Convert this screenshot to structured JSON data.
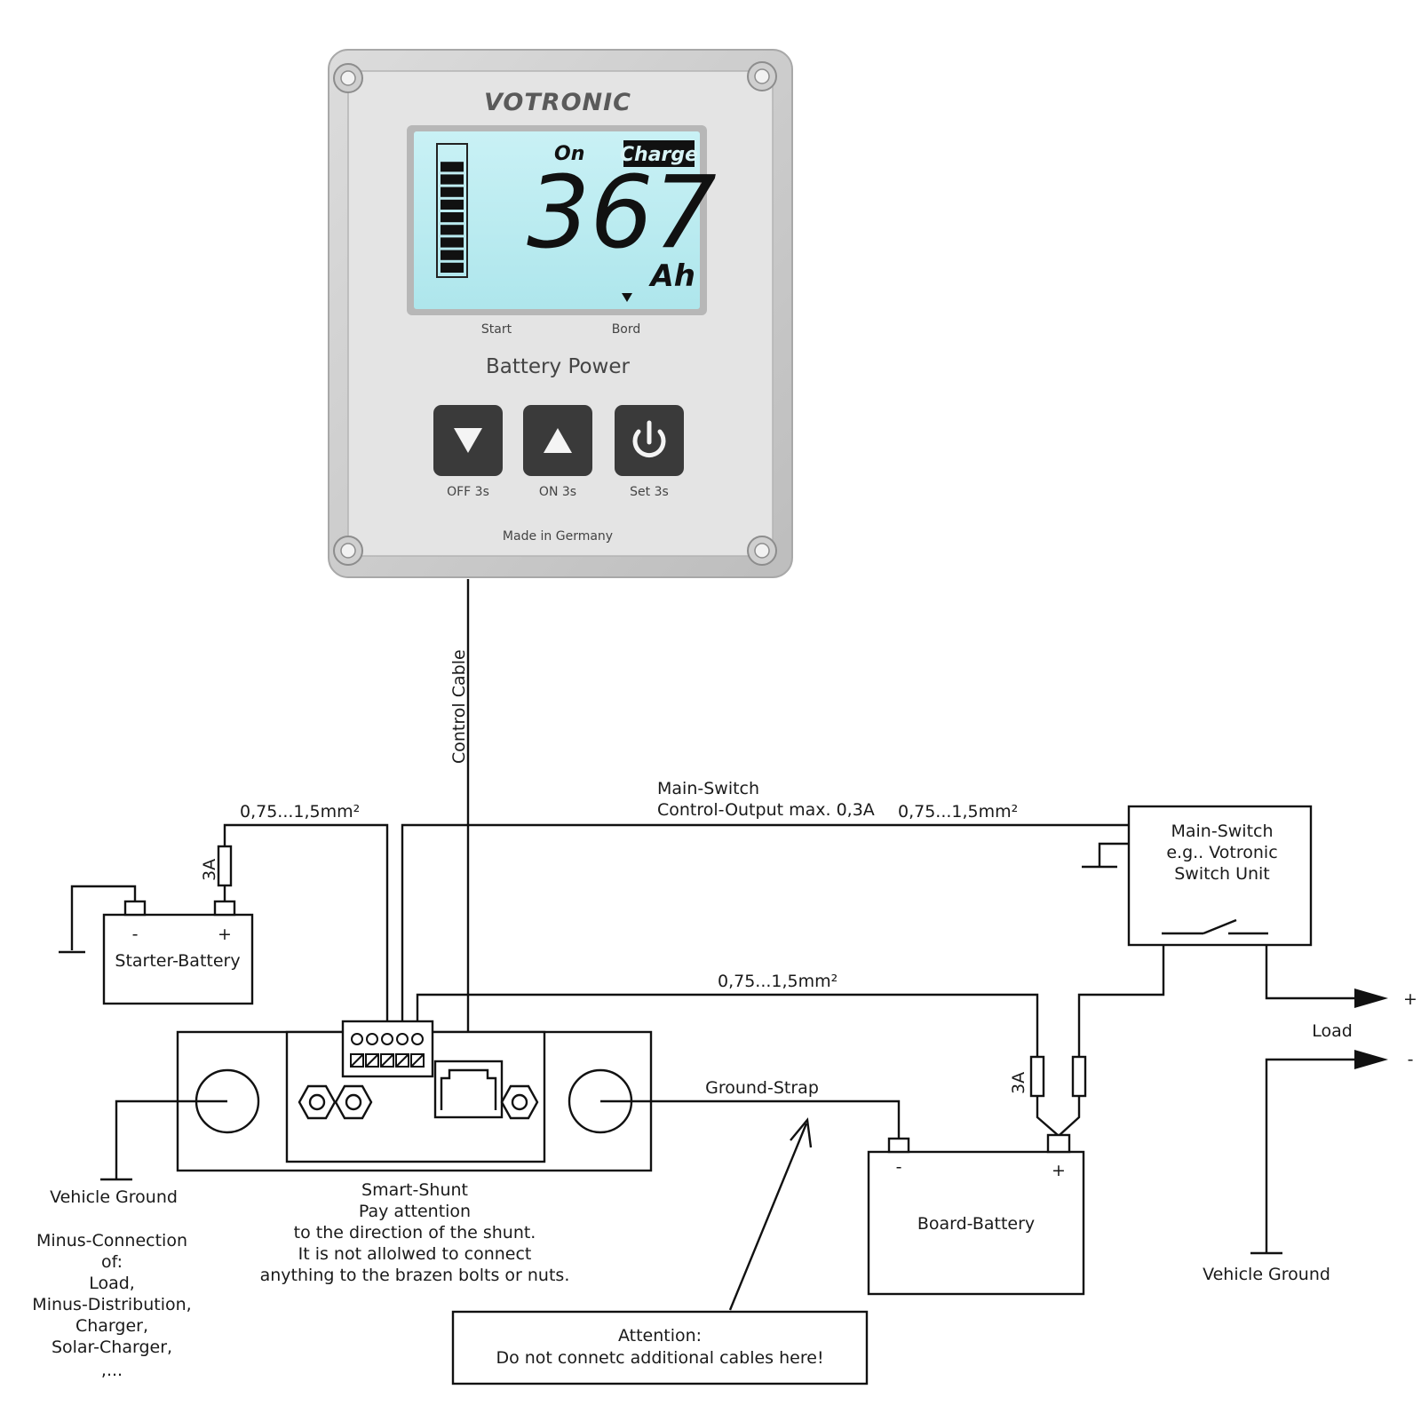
{
  "panel": {
    "brand": "VOTRONIC",
    "lcd": {
      "status_on": "On",
      "status_charge": "Charge",
      "value": "367",
      "unit": "Ah",
      "bar_level_fraction": 0.85
    },
    "selector_left": "Start",
    "selector_right": "Bord",
    "product_name": "Battery Power",
    "buttons": [
      {
        "label": "OFF 3s",
        "icon": "arrow-down-icon"
      },
      {
        "label": "ON 3s",
        "icon": "arrow-up-icon"
      },
      {
        "label": "Set 3s",
        "icon": "power-icon"
      }
    ],
    "footer": "Made in Germany"
  },
  "diagram": {
    "control_cable": "Control Cable",
    "main_switch_output_line1": "Main-Switch",
    "main_switch_output_line2": "Control-Output max. 0,3A",
    "wire_gauge_top_right": "0,75...1,5mm²",
    "wire_gauge_top_left": "0,75...1,5mm²",
    "wire_gauge_middle": "0,75...1,5mm²",
    "fuse_left": "3A",
    "fuse_right": "3A",
    "starter_battery": {
      "label": "Starter-Battery",
      "minus": "-",
      "plus": "+"
    },
    "main_switch_box": [
      "Main-Switch",
      "e.g.. Votronic",
      "Switch Unit"
    ],
    "load": {
      "label": "Load",
      "plus": "+",
      "minus": "-"
    },
    "ground_strap": "Ground-Strap",
    "board_battery": {
      "label": "Board-Battery",
      "minus": "-",
      "plus": "+"
    },
    "vehicle_ground_left": "Vehicle Ground",
    "vehicle_ground_right": "Vehicle Ground",
    "minus_connection": [
      "Minus-Connection",
      "of:",
      "Load,",
      "Minus-Distribution,",
      "Charger,",
      "Solar-Charger,",
      ",..."
    ],
    "smart_shunt_note": [
      "Smart-Shunt",
      "Pay attention",
      "to the direction of the shunt.",
      "It is not allolwed to connect",
      "anything to the brazen bolts or nuts."
    ],
    "attention": [
      "Attention:",
      "Do not connetc additional cables here!"
    ]
  }
}
